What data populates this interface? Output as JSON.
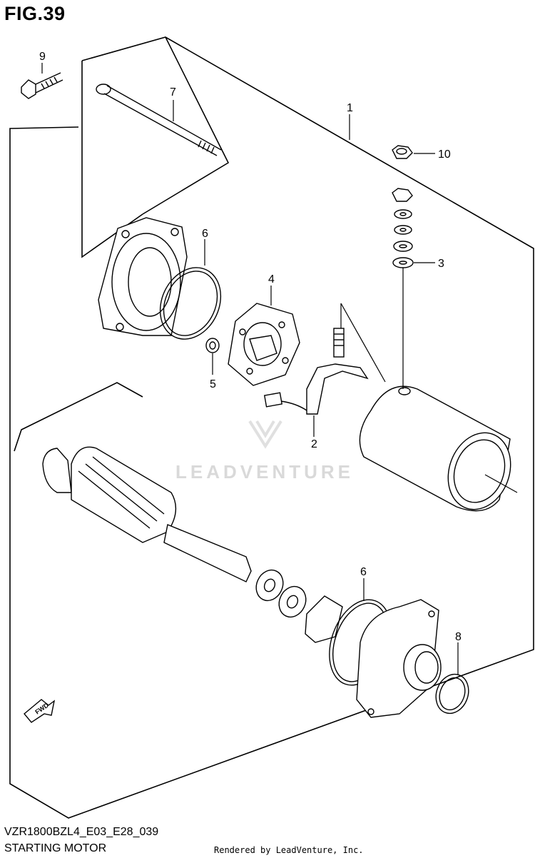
{
  "figure": {
    "title": "FIG.39",
    "code": "VZR1800BZL4_E03_E28_039",
    "name": "STARTING MOTOR",
    "credit": "Rendered by LeadVenture, Inc.",
    "watermark": "LEADVENTURE",
    "fwd_label": "FWD"
  },
  "callouts": {
    "c1": "1",
    "c2": "2",
    "c3": "3",
    "c4": "4",
    "c5": "5",
    "c6a": "6",
    "c6b": "6",
    "c7": "7",
    "c8": "8",
    "c9": "9",
    "c10": "10"
  }
}
